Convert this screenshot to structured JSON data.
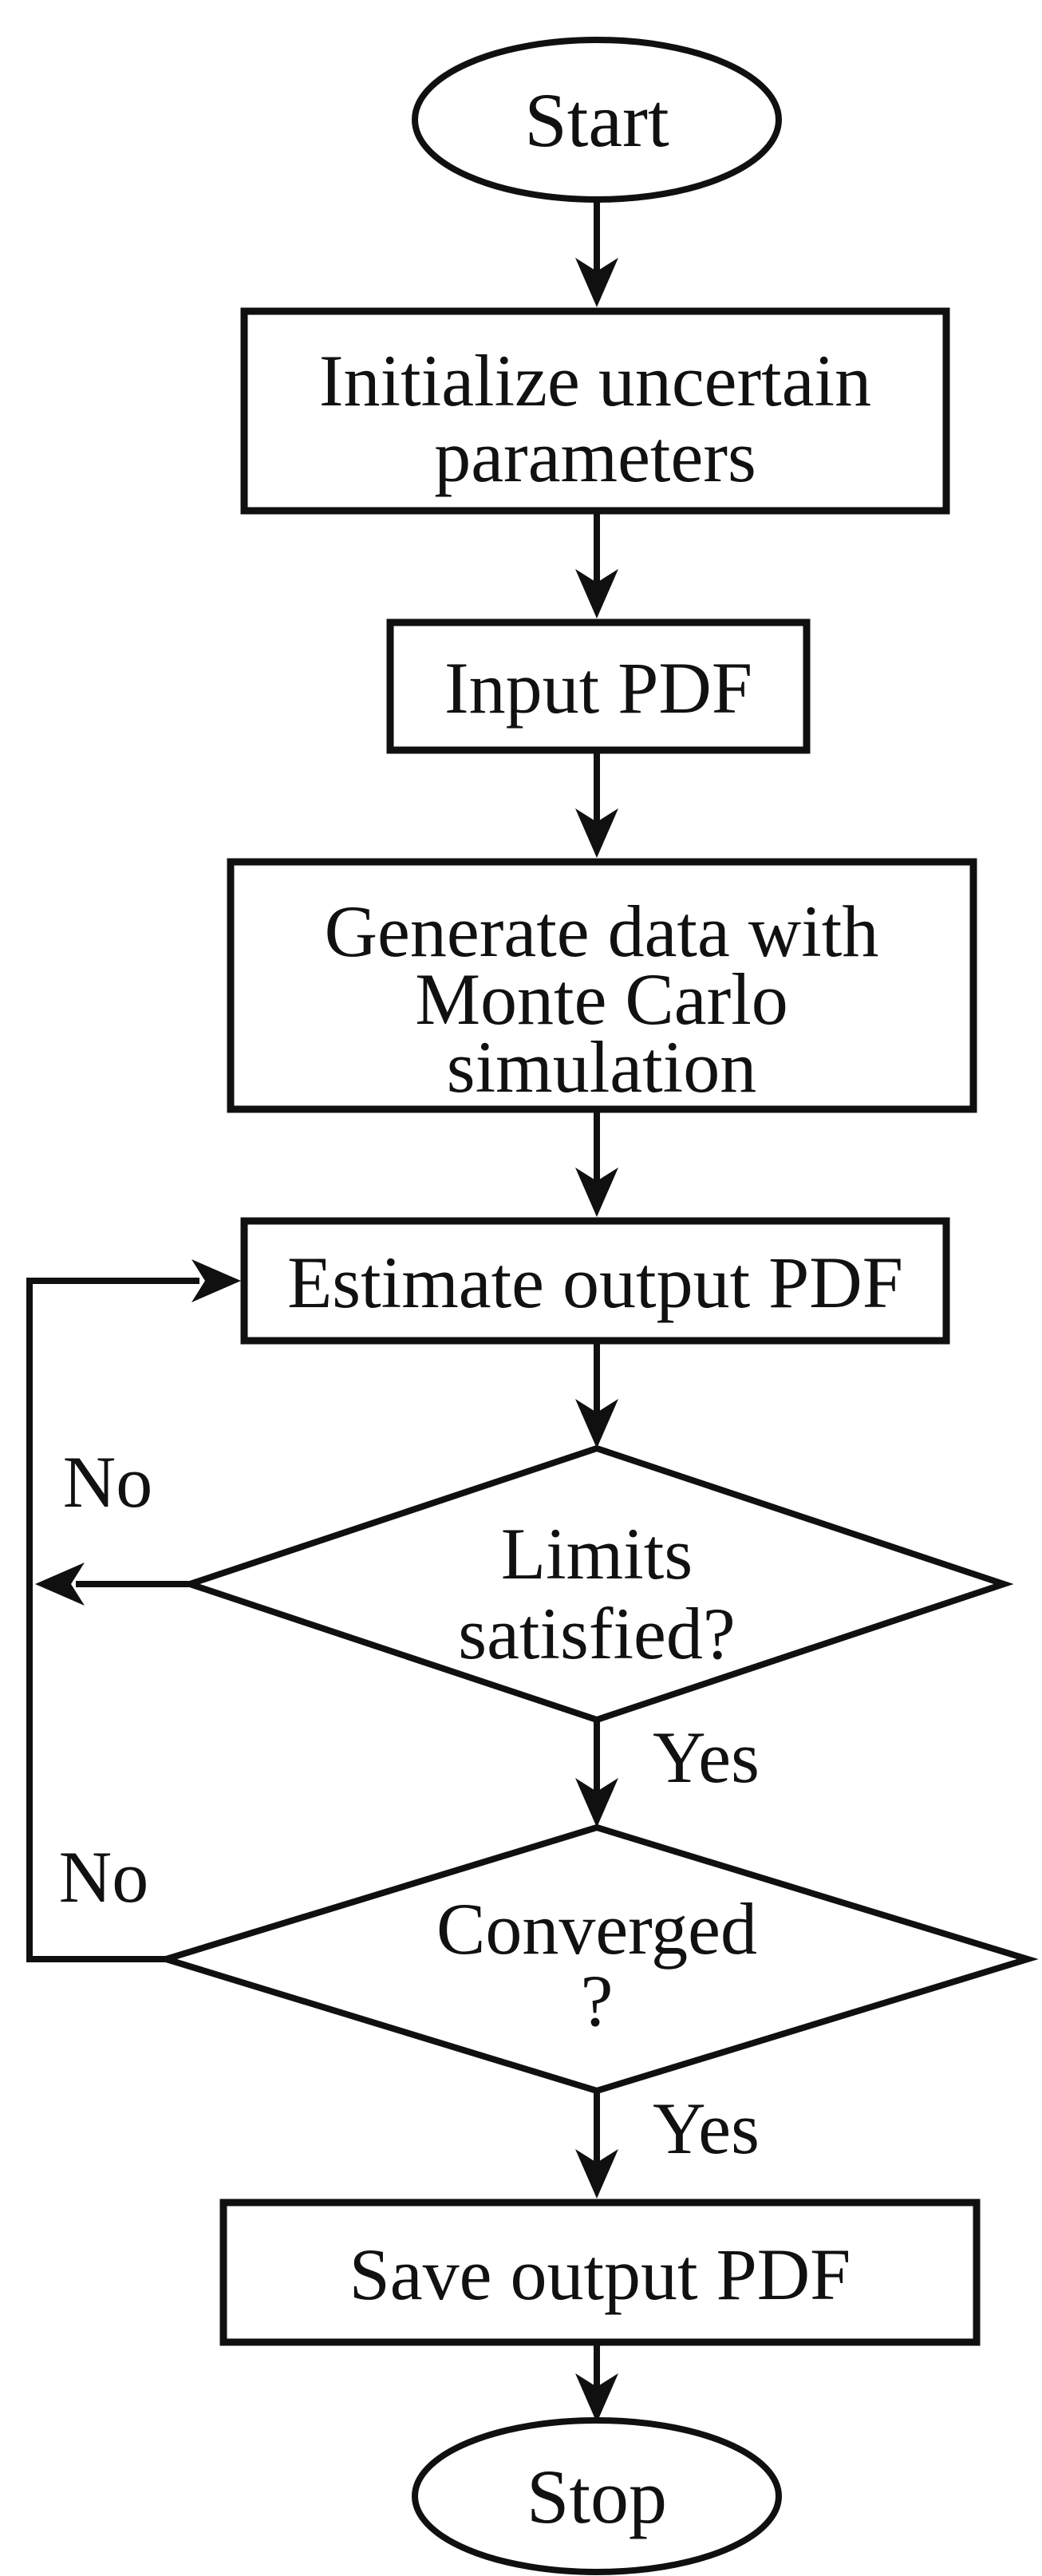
{
  "flowchart": {
    "colors": {
      "background": "#ffffff",
      "stroke": "#101010",
      "text": "#111111"
    },
    "nodes": {
      "start": {
        "type": "terminator",
        "label": "Start"
      },
      "initialize": {
        "type": "process",
        "line1": "Initialize uncertain",
        "line2": "parameters"
      },
      "input_pdf": {
        "type": "process",
        "label": "Input PDF"
      },
      "generate": {
        "type": "process",
        "line1": "Generate data with",
        "line2": "Monte Carlo",
        "line3": "simulation"
      },
      "estimate": {
        "type": "process",
        "label": "Estimate output PDF"
      },
      "limits": {
        "type": "decision",
        "line1": "Limits",
        "line2": "satisfied?"
      },
      "converged": {
        "type": "decision",
        "line1": "Converged",
        "line2": "?"
      },
      "save": {
        "type": "process",
        "label": "Save output PDF"
      },
      "stop": {
        "type": "terminator",
        "label": "Stop"
      }
    },
    "edge_labels": {
      "limits_yes": "Yes",
      "limits_no": "No",
      "converged_yes": "Yes",
      "converged_no": "No"
    }
  }
}
